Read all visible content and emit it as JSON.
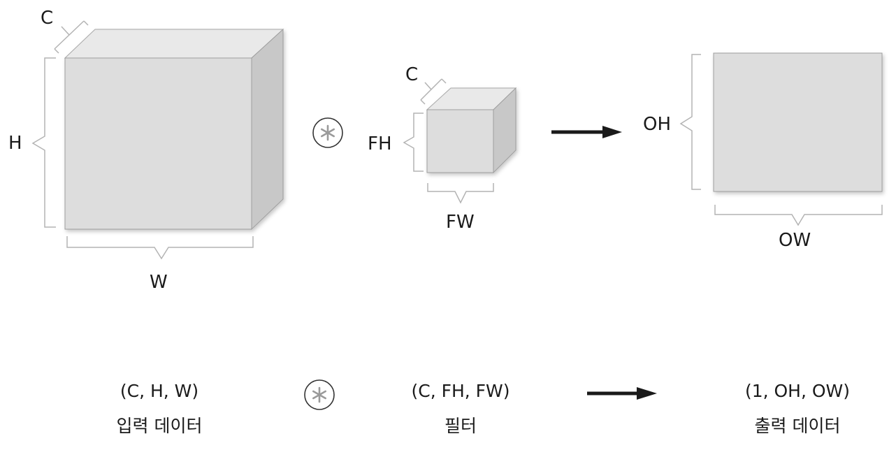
{
  "diagram": {
    "input": {
      "labels": {
        "channel": "C",
        "height": "H",
        "width": "W"
      },
      "shape": "(C, H, W)",
      "name": "입력 데이터"
    },
    "operator": {
      "symbol": "∗",
      "meaning": "convolution"
    },
    "filter": {
      "labels": {
        "channel": "C",
        "height": "FH",
        "width": "FW"
      },
      "shape": "(C, FH, FW)",
      "name": "필터"
    },
    "output": {
      "labels": {
        "height": "OH",
        "width": "OW"
      },
      "shape": "(1, OH, OW)",
      "name": "출력 데이터"
    },
    "colors": {
      "box_front": "#dddddd",
      "box_top": "#e9e9e9",
      "box_side": "#c8c8c8",
      "brace": "#b3b3b3",
      "arrow": "#1a1a1a",
      "operator_star": "#9a9a9a"
    }
  }
}
